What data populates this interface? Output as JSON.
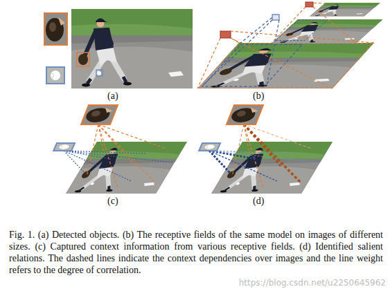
{
  "diagram": {
    "caption": "Fig. 1. (a) Detected objects. (b) The receptive fields of the same model on images of different sizes. (c) Captured context information from various receptive fields. (d) Identified salient relations. The dashed lines indicate the context dependencies over images and the line weight refers to the degree of correlation.",
    "labels": [
      "(a)",
      "(b)",
      "(c)",
      "(d)",
      "https://blog.csdn.net/u2250645962"
    ]
  }
}
